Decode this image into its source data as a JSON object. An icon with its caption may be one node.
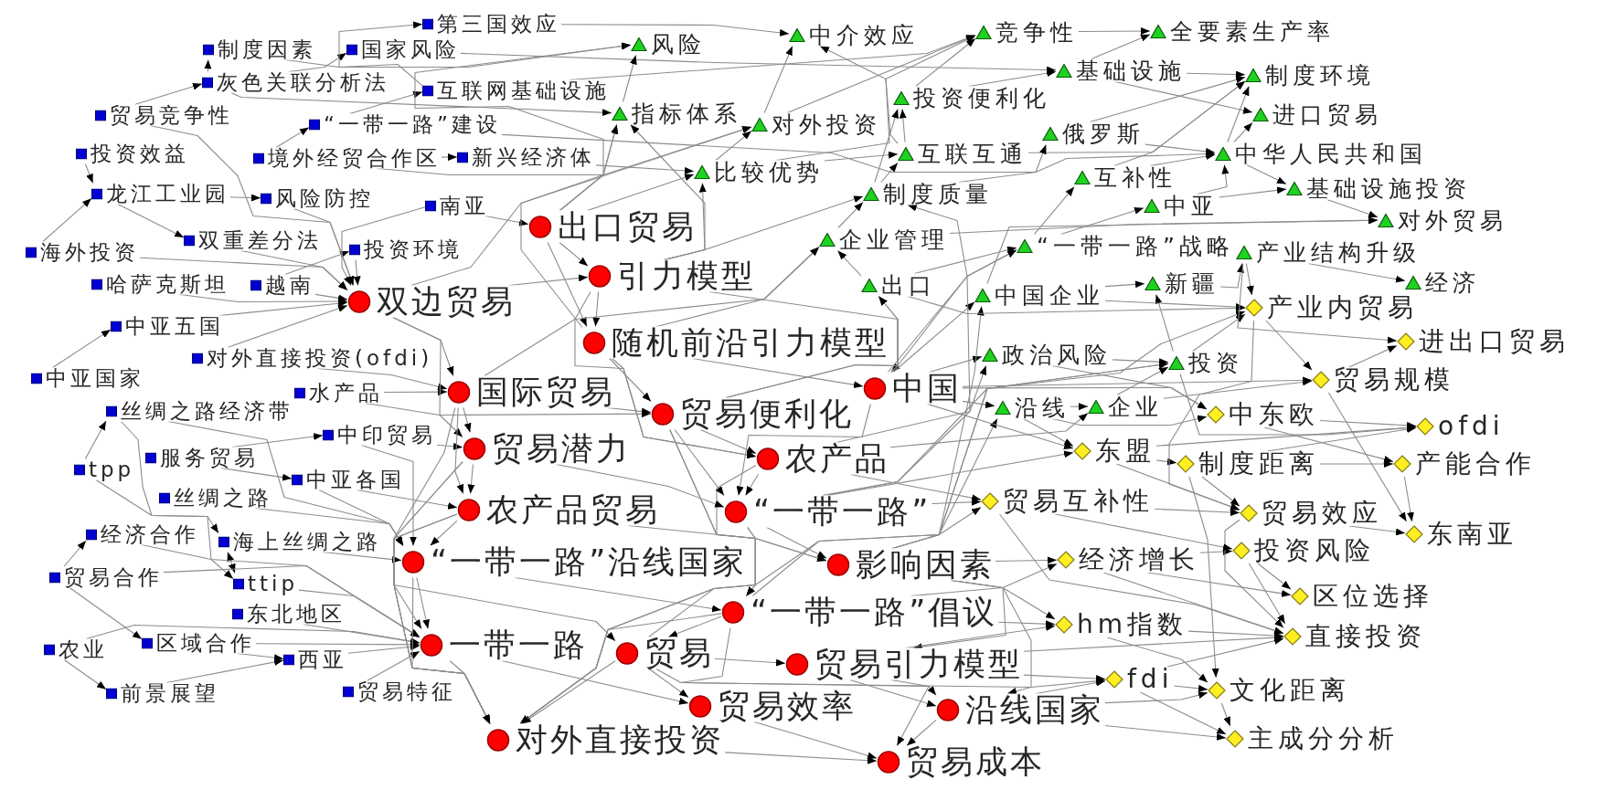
{
  "diagram": {
    "nodes": [
      {
        "text": [
          "第三国效应"
        ]
      },
      {
        "text": [
          "制度因素"
        ]
      },
      {
        "text": [
          "国家风险"
        ]
      },
      {
        "text": [
          "灰色关联分析法"
        ]
      },
      {
        "text": [
          "互联网基础设施"
        ]
      },
      {
        "text": [
          "贸易竞争性"
        ]
      },
      {
        "text": [
          "“一带一路”建设"
        ]
      },
      {
        "text": [
          "投资效益"
        ]
      },
      {
        "text": [
          "境外经贸合作区"
        ]
      },
      {
        "text": [
          "新兴经济体"
        ]
      },
      {
        "text": [
          "龙江工业园"
        ]
      },
      {
        "text": [
          "风险防控"
        ]
      },
      {
        "text": [
          "南亚"
        ]
      },
      {
        "text": [
          "双重差分法"
        ]
      },
      {
        "text": [
          "海外投资"
        ]
      },
      {
        "text": [
          "投资环境"
        ]
      },
      {
        "text": [
          "哈萨克斯坦"
        ]
      },
      {
        "text": [
          "越南"
        ]
      },
      {
        "text": [
          "中亚五国"
        ]
      },
      {
        "text": [
          "对外直接投资(ofdi)"
        ]
      },
      {
        "text": [
          "中亚国家"
        ]
      },
      {
        "text": [
          "水产品"
        ]
      },
      {
        "text": [
          "丝绸之路经济带"
        ]
      },
      {
        "text": [
          "中印贸易"
        ]
      },
      {
        "text": [
          "服务贸易"
        ]
      },
      {
        "text": [
          "tpp"
        ]
      },
      {
        "text": [
          "中亚各国"
        ]
      },
      {
        "text": [
          "丝绸之路"
        ]
      },
      {
        "text": [
          "经济合作"
        ]
      },
      {
        "text": [
          "海上丝绸之路"
        ]
      },
      {
        "text": [
          "贸易合作"
        ]
      },
      {
        "text": [
          "ttip"
        ]
      },
      {
        "text": [
          "东北地区"
        ]
      },
      {
        "text": [
          "区域合作"
        ]
      },
      {
        "text": [
          "农业"
        ]
      },
      {
        "text": [
          "西亚"
        ]
      },
      {
        "text": [
          "贸易特征"
        ]
      },
      {
        "text": [
          "前景展望"
        ]
      },
      {
        "text": [
          "出口贸易"
        ]
      },
      {
        "text": [
          "引力模型"
        ]
      },
      {
        "text": [
          "双边贸易"
        ]
      },
      {
        "text": [
          "随机前沿引力模型"
        ]
      },
      {
        "text": [
          "中国"
        ]
      },
      {
        "text": [
          "国际贸易"
        ]
      },
      {
        "text": [
          "贸易便利化"
        ]
      },
      {
        "text": [
          "贸易潜力"
        ]
      },
      {
        "text": [
          "农产品"
        ]
      },
      {
        "text": [
          "农产品贸易"
        ]
      },
      {
        "text": [
          "“一带一路”"
        ]
      },
      {
        "text": [
          "“一带一路”沿线国家"
        ]
      },
      {
        "text": [
          "影响因素"
        ]
      },
      {
        "text": [
          "“一带一路”倡议"
        ]
      },
      {
        "text": [
          "一带一路"
        ]
      },
      {
        "text": [
          "贸易"
        ]
      },
      {
        "text": [
          "贸易引力模型"
        ]
      },
      {
        "text": [
          "贸易效率"
        ]
      },
      {
        "text": [
          "沿线国家"
        ]
      },
      {
        "text": [
          "对外直接投资"
        ]
      },
      {
        "text": [
          "贸易成本"
        ]
      },
      {
        "text": [
          "全要素生产率"
        ]
      },
      {
        "text": [
          "竞争性"
        ]
      },
      {
        "text": [
          "中介效应"
        ]
      },
      {
        "text": [
          "风险"
        ]
      },
      {
        "text": [
          "基础设施"
        ]
      },
      {
        "text": [
          "制度环境"
        ]
      },
      {
        "text": [
          "投资便利化"
        ]
      },
      {
        "text": [
          "指标体系"
        ]
      },
      {
        "text": [
          "进口贸易"
        ]
      },
      {
        "text": [
          "对外投资"
        ]
      },
      {
        "text": [
          "俄罗斯"
        ]
      },
      {
        "text": [
          "互联互通"
        ]
      },
      {
        "text": [
          "中华人民共和国"
        ]
      },
      {
        "text": [
          "比较优势"
        ]
      },
      {
        "text": [
          "互补性"
        ]
      },
      {
        "text": [
          "基础设施投资"
        ]
      },
      {
        "text": [
          "制度质量"
        ]
      },
      {
        "text": [
          "中亚"
        ]
      },
      {
        "text": [
          "对外贸易"
        ]
      },
      {
        "text": [
          "企业管理"
        ]
      },
      {
        "text": [
          "“一带一路”战略"
        ]
      },
      {
        "text": [
          "产业结构升级"
        ]
      },
      {
        "text": [
          "经济"
        ]
      },
      {
        "text": [
          "新疆"
        ]
      },
      {
        "text": [
          "出口"
        ]
      },
      {
        "text": [
          "中国企业"
        ]
      },
      {
        "text": [
          "政治风险"
        ]
      },
      {
        "text": [
          "投资"
        ]
      },
      {
        "text": [
          "企业"
        ]
      },
      {
        "text": [
          "沿线"
        ]
      },
      {
        "text": [
          "产业内贸易"
        ]
      },
      {
        "text": [
          "进出口贸易"
        ]
      },
      {
        "text": [
          "贸易规模"
        ]
      },
      {
        "text": [
          "中东欧"
        ]
      },
      {
        "text": [
          "ofdi"
        ]
      },
      {
        "text": [
          "东盟"
        ]
      },
      {
        "text": [
          "制度距离"
        ]
      },
      {
        "text": [
          "产能合作"
        ]
      },
      {
        "text": [
          "贸易互补性"
        ]
      },
      {
        "text": [
          "贸易效应"
        ]
      },
      {
        "text": [
          "东南亚"
        ]
      },
      {
        "text": [
          "投资风险"
        ]
      },
      {
        "text": [
          "经济增长"
        ]
      },
      {
        "text": [
          "区位选择"
        ]
      },
      {
        "text": [
          "hm指数"
        ]
      },
      {
        "text": [
          "直接投资"
        ]
      },
      {
        "text": [
          "fdi"
        ]
      },
      {
        "text": [
          "文化距离"
        ]
      },
      {
        "text": [
          "主成分分析"
        ]
      }
    ],
    "edges": [
      {
        "from": 7,
        "to": 10,
        "arrow": "to"
      },
      {
        "from": 3,
        "to": 1,
        "arrow": "to"
      },
      {
        "from": 3,
        "to": 2,
        "arrow": "to"
      },
      {
        "from": 5,
        "to": 3,
        "arrow": "to"
      },
      {
        "from": 10,
        "to": 11,
        "arrow": "to"
      },
      {
        "from": 10,
        "to": 13,
        "arrow": "to"
      },
      {
        "from": 14,
        "to": 10,
        "arrow": "to"
      },
      {
        "from": 4,
        "to": 0,
        "arrow": "to"
      },
      {
        "from": 6,
        "to": 4,
        "arrow": "to"
      },
      {
        "from": 8,
        "to": 6,
        "arrow": "to"
      },
      {
        "from": 8,
        "to": 9,
        "arrow": "to"
      },
      {
        "from": 17,
        "to": 15,
        "arrow": "to"
      },
      {
        "from": 16,
        "to": 40,
        "arrow": "to"
      },
      {
        "from": 17,
        "to": 40,
        "arrow": "to"
      },
      {
        "from": 15,
        "to": 40,
        "arrow": "to"
      },
      {
        "from": 14,
        "to": 40,
        "arrow": "to"
      },
      {
        "from": 18,
        "to": 40,
        "arrow": "to"
      },
      {
        "from": 13,
        "to": 40,
        "arrow": "to"
      },
      {
        "from": 11,
        "to": 40,
        "arrow": "to"
      },
      {
        "from": 12,
        "to": 40,
        "arrow": "to"
      },
      {
        "from": 5,
        "to": 40,
        "arrow": "to"
      },
      {
        "from": 20,
        "to": 18,
        "arrow": "to"
      },
      {
        "from": 19,
        "to": 43,
        "arrow": "to"
      },
      {
        "from": 21,
        "to": 43,
        "arrow": "to"
      },
      {
        "from": 25,
        "to": 22,
        "arrow": "to"
      },
      {
        "from": 30,
        "to": 28,
        "arrow": "to"
      },
      {
        "from": 29,
        "to": 31,
        "arrow": "both"
      },
      {
        "from": 30,
        "to": 33,
        "arrow": "to"
      },
      {
        "from": 33,
        "to": 35,
        "arrow": "to"
      },
      {
        "from": 37,
        "to": 35,
        "arrow": "to"
      },
      {
        "from": 34,
        "to": 37,
        "arrow": "to"
      },
      {
        "from": 24,
        "to": 26,
        "arrow": "to"
      },
      {
        "from": 24,
        "to": 23,
        "arrow": "to"
      },
      {
        "from": 22,
        "to": 29,
        "arrow": "to"
      },
      {
        "from": 25,
        "to": 31,
        "arrow": "to"
      },
      {
        "from": 2,
        "to": 63,
        "arrow": "to"
      },
      {
        "from": 4,
        "to": 60,
        "arrow": "to"
      },
      {
        "from": 8,
        "to": 68,
        "arrow": "to"
      },
      {
        "from": 6,
        "to": 71,
        "arrow": "to"
      },
      {
        "from": 9,
        "to": 72,
        "arrow": "to"
      },
      {
        "from": 12,
        "to": 38,
        "arrow": "to"
      },
      {
        "from": 1,
        "to": 62,
        "arrow": "to"
      },
      {
        "from": 3,
        "to": 66,
        "arrow": "to"
      },
      {
        "from": 0,
        "to": 61,
        "arrow": "to"
      },
      {
        "from": 22,
        "to": 49,
        "arrow": "to"
      },
      {
        "from": 23,
        "to": 49,
        "arrow": "to"
      },
      {
        "from": 26,
        "to": 49,
        "arrow": "to"
      },
      {
        "from": 27,
        "to": 49,
        "arrow": "to"
      },
      {
        "from": 29,
        "to": 49,
        "arrow": "to"
      },
      {
        "from": 31,
        "to": 52,
        "arrow": "to"
      },
      {
        "from": 32,
        "to": 52,
        "arrow": "to"
      },
      {
        "from": 33,
        "to": 52,
        "arrow": "to"
      },
      {
        "from": 34,
        "to": 52,
        "arrow": "to"
      },
      {
        "from": 35,
        "to": 52,
        "arrow": "to"
      },
      {
        "from": 36,
        "to": 52,
        "arrow": "to"
      },
      {
        "from": 30,
        "to": 52,
        "arrow": "to"
      },
      {
        "from": 28,
        "to": 52,
        "arrow": "to"
      },
      {
        "from": 21,
        "to": 44,
        "arrow": "to"
      },
      {
        "from": 23,
        "to": 45,
        "arrow": "to"
      },
      {
        "from": 26,
        "to": 47,
        "arrow": "to"
      },
      {
        "from": 19,
        "to": 40,
        "arrow": "to"
      },
      {
        "from": 38,
        "to": 39,
        "arrow": "to"
      },
      {
        "from": 39,
        "to": 41,
        "arrow": "to"
      },
      {
        "from": 40,
        "to": 43,
        "arrow": "to"
      },
      {
        "from": 41,
        "to": 44,
        "arrow": "to"
      },
      {
        "from": 43,
        "to": 45,
        "arrow": "to"
      },
      {
        "from": 45,
        "to": 47,
        "arrow": "to"
      },
      {
        "from": 47,
        "to": 49,
        "arrow": "to"
      },
      {
        "from": 44,
        "to": 46,
        "arrow": "to"
      },
      {
        "from": 46,
        "to": 48,
        "arrow": "to"
      },
      {
        "from": 48,
        "to": 50,
        "arrow": "to"
      },
      {
        "from": 49,
        "to": 52,
        "arrow": "to"
      },
      {
        "from": 51,
        "to": 53,
        "arrow": "to"
      },
      {
        "from": 53,
        "to": 55,
        "arrow": "to"
      },
      {
        "from": 54,
        "to": 58,
        "arrow": "to"
      },
      {
        "from": 55,
        "to": 58,
        "arrow": "to"
      },
      {
        "from": 56,
        "to": 58,
        "arrow": "to"
      },
      {
        "from": 57,
        "to": 58,
        "arrow": "to"
      },
      {
        "from": 52,
        "to": 57,
        "arrow": "to"
      },
      {
        "from": 40,
        "to": 39,
        "arrow": "to"
      },
      {
        "from": 43,
        "to": 44,
        "arrow": "to"
      },
      {
        "from": 44,
        "to": 50,
        "arrow": "to"
      },
      {
        "from": 41,
        "to": 42,
        "arrow": "to"
      },
      {
        "from": 42,
        "to": 48,
        "arrow": "to"
      },
      {
        "from": 39,
        "to": 42,
        "arrow": "to"
      },
      {
        "from": 38,
        "to": 41,
        "arrow": "to"
      },
      {
        "from": 45,
        "to": 53,
        "arrow": "to"
      },
      {
        "from": 47,
        "to": 51,
        "arrow": "to"
      },
      {
        "from": 49,
        "to": 51,
        "arrow": "to"
      },
      {
        "from": 48,
        "to": 51,
        "arrow": "to"
      },
      {
        "from": 50,
        "to": 54,
        "arrow": "to"
      },
      {
        "from": 52,
        "to": 55,
        "arrow": "to"
      },
      {
        "from": 53,
        "to": 54,
        "arrow": "to"
      },
      {
        "from": 46,
        "to": 50,
        "arrow": "to"
      },
      {
        "from": 40,
        "to": 45,
        "arrow": "to"
      },
      {
        "from": 43,
        "to": 47,
        "arrow": "to"
      },
      {
        "from": 44,
        "to": 48,
        "arrow": "to"
      },
      {
        "from": 39,
        "to": 46,
        "arrow": "to"
      },
      {
        "from": 41,
        "to": 46,
        "arrow": "to"
      },
      {
        "from": 45,
        "to": 48,
        "arrow": "to"
      },
      {
        "from": 47,
        "to": 52,
        "arrow": "to"
      },
      {
        "from": 49,
        "to": 57,
        "arrow": "to"
      },
      {
        "from": 47,
        "to": 57,
        "arrow": "to"
      },
      {
        "from": 45,
        "to": 57,
        "arrow": "to"
      },
      {
        "from": 43,
        "to": 57,
        "arrow": "to"
      },
      {
        "from": 51,
        "to": 57,
        "arrow": "to"
      },
      {
        "from": 48,
        "to": 57,
        "arrow": "to"
      },
      {
        "from": 53,
        "to": 57,
        "arrow": "to"
      },
      {
        "from": 44,
        "to": 57,
        "arrow": "to"
      },
      {
        "from": 50,
        "to": 56,
        "arrow": "to"
      },
      {
        "from": 51,
        "to": 56,
        "arrow": "to"
      },
      {
        "from": 54,
        "to": 56,
        "arrow": "to"
      },
      {
        "from": 38,
        "to": 66,
        "arrow": "to"
      },
      {
        "from": 38,
        "to": 62,
        "arrow": "to"
      },
      {
        "from": 39,
        "to": 66,
        "arrow": "to"
      },
      {
        "from": 39,
        "to": 72,
        "arrow": "to"
      },
      {
        "from": 41,
        "to": 68,
        "arrow": "to"
      },
      {
        "from": 44,
        "to": 75,
        "arrow": "to"
      },
      {
        "from": 41,
        "to": 78,
        "arrow": "to"
      },
      {
        "from": 42,
        "to": 83,
        "arrow": "to"
      },
      {
        "from": 42,
        "to": 84,
        "arrow": "to"
      },
      {
        "from": 42,
        "to": 85,
        "arrow": "to"
      },
      {
        "from": 39,
        "to": 75,
        "arrow": "to"
      },
      {
        "from": 44,
        "to": 83,
        "arrow": "to"
      },
      {
        "from": 46,
        "to": 85,
        "arrow": "to"
      },
      {
        "from": 48,
        "to": 79,
        "arrow": "to"
      },
      {
        "from": 50,
        "to": 84,
        "arrow": "to"
      },
      {
        "from": 42,
        "to": 88,
        "arrow": "to"
      },
      {
        "from": 46,
        "to": 87,
        "arrow": "to"
      },
      {
        "from": 48,
        "to": 86,
        "arrow": "to"
      },
      {
        "from": 42,
        "to": 79,
        "arrow": "to"
      },
      {
        "from": 50,
        "to": 86,
        "arrow": "to"
      },
      {
        "from": 51,
        "to": 89,
        "arrow": "to"
      },
      {
        "from": 53,
        "to": 88,
        "arrow": "to"
      },
      {
        "from": 38,
        "to": 72,
        "arrow": "to"
      },
      {
        "from": 40,
        "to": 66,
        "arrow": "to"
      },
      {
        "from": 43,
        "to": 78,
        "arrow": "to"
      },
      {
        "from": 72,
        "to": 61,
        "arrow": "to"
      },
      {
        "from": 68,
        "to": 61,
        "arrow": "to"
      },
      {
        "from": 66,
        "to": 62,
        "arrow": "to"
      },
      {
        "from": 60,
        "to": 59,
        "arrow": "to"
      },
      {
        "from": 63,
        "to": 59,
        "arrow": "to"
      },
      {
        "from": 63,
        "to": 64,
        "arrow": "to"
      },
      {
        "from": 75,
        "to": 65,
        "arrow": "to"
      },
      {
        "from": 75,
        "to": 70,
        "arrow": "to"
      },
      {
        "from": 78,
        "to": 75,
        "arrow": "to"
      },
      {
        "from": 83,
        "to": 78,
        "arrow": "to"
      },
      {
        "from": 70,
        "to": 65,
        "arrow": "to"
      },
      {
        "from": 73,
        "to": 71,
        "arrow": "to"
      },
      {
        "from": 69,
        "to": 71,
        "arrow": "to"
      },
      {
        "from": 76,
        "to": 71,
        "arrow": "to"
      },
      {
        "from": 71,
        "to": 67,
        "arrow": "to"
      },
      {
        "from": 63,
        "to": 67,
        "arrow": "to"
      },
      {
        "from": 71,
        "to": 74,
        "arrow": "to"
      },
      {
        "from": 76,
        "to": 74,
        "arrow": "to"
      },
      {
        "from": 82,
        "to": 80,
        "arrow": "to"
      },
      {
        "from": 80,
        "to": 81,
        "arrow": "to"
      },
      {
        "from": 84,
        "to": 82,
        "arrow": "to"
      },
      {
        "from": 86,
        "to": 82,
        "arrow": "to"
      },
      {
        "from": 79,
        "to": 73,
        "arrow": "to"
      },
      {
        "from": 79,
        "to": 76,
        "arrow": "to"
      },
      {
        "from": 85,
        "to": 86,
        "arrow": "to"
      },
      {
        "from": 88,
        "to": 87,
        "arrow": "to"
      },
      {
        "from": 87,
        "to": 86,
        "arrow": "to"
      },
      {
        "from": 73,
        "to": 64,
        "arrow": "to"
      },
      {
        "from": 70,
        "to": 64,
        "arrow": "to"
      },
      {
        "from": 78,
        "to": 77,
        "arrow": "to"
      },
      {
        "from": 74,
        "to": 77,
        "arrow": "to"
      },
      {
        "from": 84,
        "to": 77,
        "arrow": "to"
      },
      {
        "from": 83,
        "to": 79,
        "arrow": "to"
      },
      {
        "from": 65,
        "to": 63,
        "arrow": "to"
      },
      {
        "from": 72,
        "to": 70,
        "arrow": "to"
      },
      {
        "from": 68,
        "to": 60,
        "arrow": "to"
      },
      {
        "from": 70,
        "to": 60,
        "arrow": "to"
      },
      {
        "from": 65,
        "to": 60,
        "arrow": "to"
      },
      {
        "from": 71,
        "to": 64,
        "arrow": "to"
      },
      {
        "from": 69,
        "to": 64,
        "arrow": "to"
      },
      {
        "from": 72,
        "to": 68,
        "arrow": "to"
      },
      {
        "from": 75,
        "to": 69,
        "arrow": "to"
      },
      {
        "from": 91,
        "to": 90,
        "arrow": "to"
      },
      {
        "from": 92,
        "to": 93,
        "arrow": "to"
      },
      {
        "from": 95,
        "to": 96,
        "arrow": "to"
      },
      {
        "from": 96,
        "to": 99,
        "arrow": "to"
      },
      {
        "from": 91,
        "to": 99,
        "arrow": "to"
      },
      {
        "from": 98,
        "to": 99,
        "arrow": "to"
      },
      {
        "from": 95,
        "to": 93,
        "arrow": "to"
      },
      {
        "from": 94,
        "to": 93,
        "arrow": "to"
      },
      {
        "from": 97,
        "to": 98,
        "arrow": "to"
      },
      {
        "from": 101,
        "to": 100,
        "arrow": "to"
      },
      {
        "from": 100,
        "to": 102,
        "arrow": "to"
      },
      {
        "from": 101,
        "to": 102,
        "arrow": "to"
      },
      {
        "from": 103,
        "to": 104,
        "arrow": "to"
      },
      {
        "from": 101,
        "to": 104,
        "arrow": "to"
      },
      {
        "from": 97,
        "to": 104,
        "arrow": "to"
      },
      {
        "from": 105,
        "to": 106,
        "arrow": "to"
      },
      {
        "from": 103,
        "to": 106,
        "arrow": "to"
      },
      {
        "from": 105,
        "to": 107,
        "arrow": "to"
      },
      {
        "from": 56,
        "to": 107,
        "arrow": "to"
      },
      {
        "from": 106,
        "to": 107,
        "arrow": "to"
      },
      {
        "from": 95,
        "to": 106,
        "arrow": "to"
      },
      {
        "from": 94,
        "to": 95,
        "arrow": "to"
      },
      {
        "from": 92,
        "to": 96,
        "arrow": "to"
      },
      {
        "from": 86,
        "to": 89,
        "arrow": "to"
      },
      {
        "from": 87,
        "to": 91,
        "arrow": "to"
      },
      {
        "from": 80,
        "to": 89,
        "arrow": "to"
      },
      {
        "from": 88,
        "to": 92,
        "arrow": "to"
      },
      {
        "from": 89,
        "to": 91,
        "arrow": "to"
      },
      {
        "from": 98,
        "to": 104,
        "arrow": "to"
      },
      {
        "from": 100,
        "to": 104,
        "arrow": "to"
      },
      {
        "from": 105,
        "to": 104,
        "arrow": "to"
      },
      {
        "from": 54,
        "to": 104,
        "arrow": "to"
      },
      {
        "from": 56,
        "to": 106,
        "arrow": "to"
      },
      {
        "from": 50,
        "to": 97,
        "arrow": "to"
      },
      {
        "from": 50,
        "to": 101,
        "arrow": "to"
      },
      {
        "from": 50,
        "to": 103,
        "arrow": "to"
      },
      {
        "from": 48,
        "to": 97,
        "arrow": "to"
      },
      {
        "from": 48,
        "to": 94,
        "arrow": "to"
      },
      {
        "from": 54,
        "to": 103,
        "arrow": "to"
      },
      {
        "from": 54,
        "to": 105,
        "arrow": "to"
      },
      {
        "from": 56,
        "to": 105,
        "arrow": "to"
      },
      {
        "from": 42,
        "to": 94,
        "arrow": "to"
      },
      {
        "from": 42,
        "to": 92,
        "arrow": "to"
      },
      {
        "from": 42,
        "to": 91,
        "arrow": "to"
      },
      {
        "from": 46,
        "to": 97,
        "arrow": "to"
      },
      {
        "from": 51,
        "to": 101,
        "arrow": "to"
      },
      {
        "from": 51,
        "to": 103,
        "arrow": "to"
      },
      {
        "from": 53,
        "to": 105,
        "arrow": "to"
      },
      {
        "from": 85,
        "to": 92,
        "arrow": "to"
      },
      {
        "from": 84,
        "to": 89,
        "arrow": "to"
      },
      {
        "from": 83,
        "to": 89,
        "arrow": "to"
      },
      {
        "from": 88,
        "to": 94,
        "arrow": "to"
      },
      {
        "from": 97,
        "to": 100,
        "arrow": "to"
      },
      {
        "from": 94,
        "to": 98,
        "arrow": "to"
      },
      {
        "from": 95,
        "to": 98,
        "arrow": "to"
      },
      {
        "from": 89,
        "to": 98,
        "arrow": "to"
      },
      {
        "from": 80,
        "to": 90,
        "arrow": "to"
      },
      {
        "from": 86,
        "to": 93,
        "arrow": "to"
      }
    ]
  }
}
